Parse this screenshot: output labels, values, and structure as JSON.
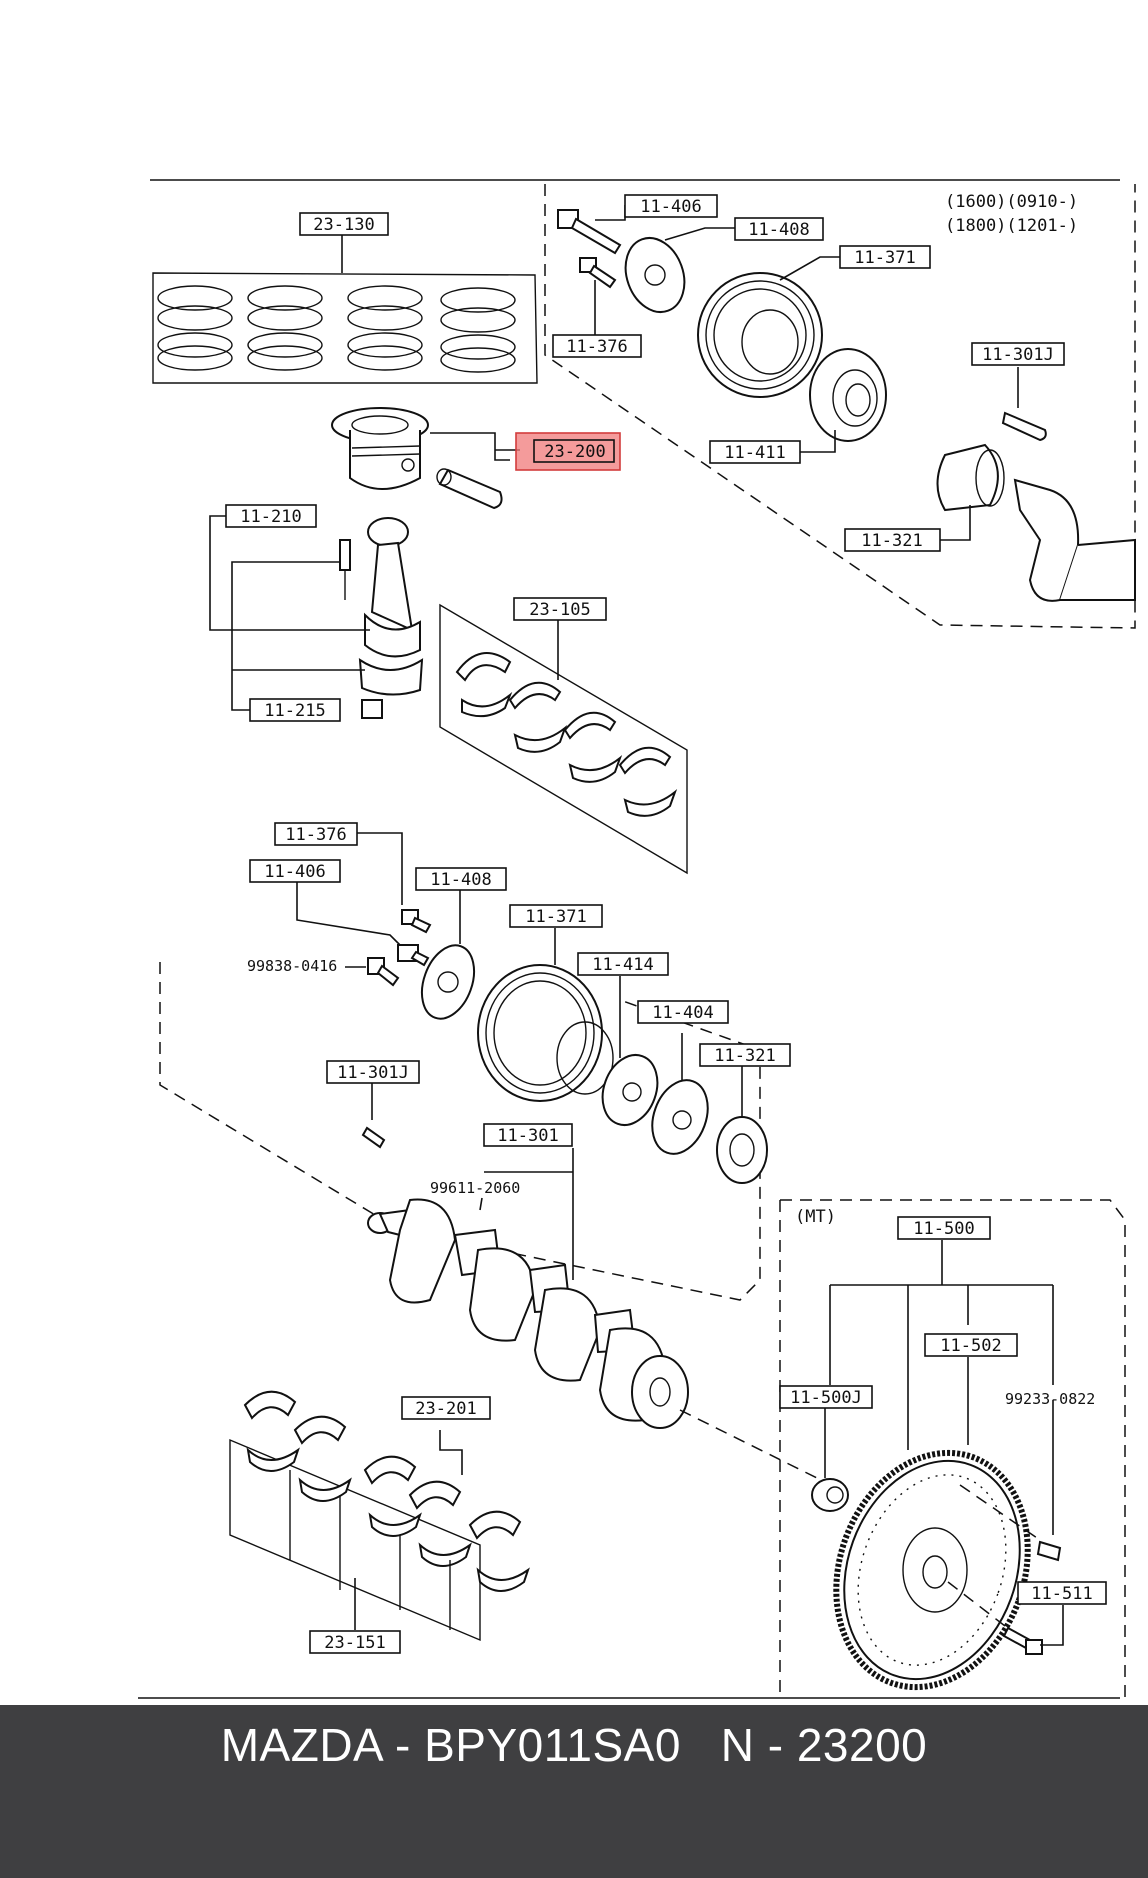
{
  "diagram": {
    "header_note": [
      "(1600)(0910-)",
      "(1800)(1201-)"
    ],
    "mt_note": "(MT)",
    "labels": {
      "l_23_130": "23-130",
      "l_23_200": "23-200",
      "l_11_210": "11-210",
      "l_11_215": "11-215",
      "l_23_105": "23-105",
      "l_11_406_top": "11-406",
      "l_11_408_top": "11-408",
      "l_11_371_top": "11-371",
      "l_11_376_top": "11-376",
      "l_11_411": "11-411",
      "l_11_301j_top": "11-301J",
      "l_11_321_top": "11-321",
      "l_11_376_mid": "11-376",
      "l_11_406_mid": "11-406",
      "l_11_408_mid": "11-408",
      "l_11_371_mid": "11-371",
      "l_11_414": "11-414",
      "l_11_404": "11-404",
      "l_11_321_mid": "11-321",
      "l_11_301j_mid": "11-301J",
      "l_11_301": "11-301",
      "l_23_201": "23-201",
      "l_23_151": "23-151",
      "l_11_500": "11-500",
      "l_11_502": "11-502",
      "l_11_500j": "11-500J",
      "l_11_511": "11-511"
    },
    "free_labels": {
      "p_99838": "99838-0416",
      "p_99611": "99611-2060",
      "p_99233": "99233-0822"
    },
    "highlighted_part": "23-200"
  },
  "footer": {
    "caption": "MAZDA - BPY011SA0   N - 23200"
  },
  "colors": {
    "footer_bg": "#3f3f41",
    "highlight": "#f07a7a"
  }
}
